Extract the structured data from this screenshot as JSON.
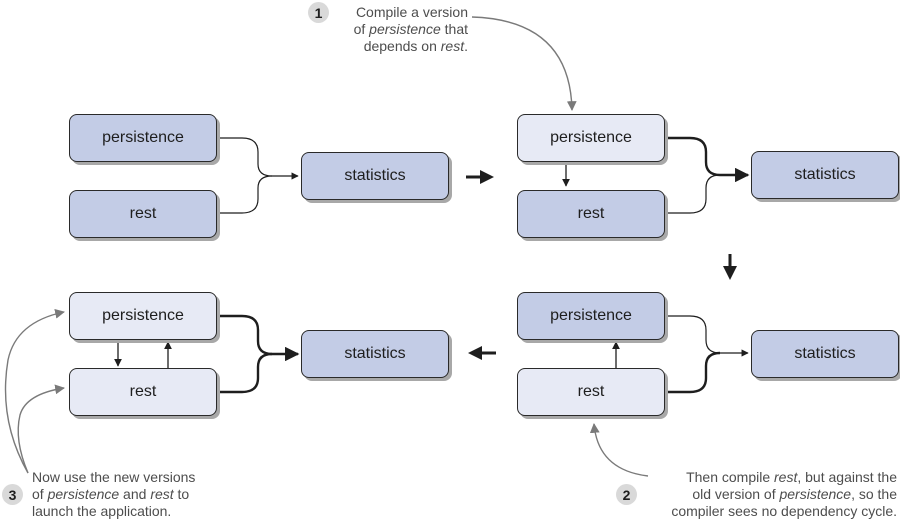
{
  "boxes": {
    "persistence": "persistence",
    "rest": "rest",
    "statistics": "statistics"
  },
  "steps": {
    "step1": {
      "number": "1",
      "lines": [
        [
          {
            "t": "Compile a version",
            "i": false
          }
        ],
        [
          {
            "t": "of ",
            "i": false
          },
          {
            "t": "persistence",
            "i": true
          },
          {
            "t": " that",
            "i": false
          }
        ],
        [
          {
            "t": "depends on ",
            "i": false
          },
          {
            "t": "rest",
            "i": true
          },
          {
            "t": ".",
            "i": false
          }
        ]
      ]
    },
    "step2": {
      "number": "2",
      "lines": [
        [
          {
            "t": "Then compile ",
            "i": false
          },
          {
            "t": "rest",
            "i": true
          },
          {
            "t": ", but against the",
            "i": false
          }
        ],
        [
          {
            "t": "old version of ",
            "i": false
          },
          {
            "t": "persistence",
            "i": true
          },
          {
            "t": ", so the",
            "i": false
          }
        ],
        [
          {
            "t": "compiler sees no dependency cycle.",
            "i": false
          }
        ]
      ]
    },
    "step3": {
      "number": "3",
      "lines": [
        [
          {
            "t": "Now use the new versions",
            "i": false
          }
        ],
        [
          {
            "t": "of ",
            "i": false
          },
          {
            "t": "persistence",
            "i": true
          },
          {
            "t": " and ",
            "i": false
          },
          {
            "t": "rest",
            "i": true
          },
          {
            "t": " to",
            "i": false
          }
        ],
        [
          {
            "t": "launch the application.",
            "i": false
          }
        ]
      ]
    }
  },
  "colors": {
    "box_dark": "#c3cce6",
    "box_light": "#e7eaf5",
    "line": "#1e1e1e",
    "callout_line": "#7a7a7a",
    "badge": "#d9d9d9"
  }
}
